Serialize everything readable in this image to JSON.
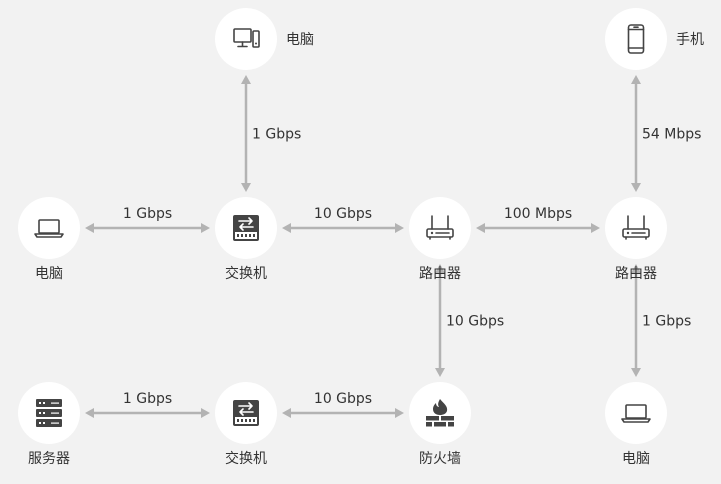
{
  "nodes": [
    {
      "id": "pc_top",
      "label": "电脑",
      "icon": "desktop-icon"
    },
    {
      "id": "phone",
      "label": "手机",
      "icon": "phone-icon"
    },
    {
      "id": "laptop_left",
      "label": "电脑",
      "icon": "laptop-icon"
    },
    {
      "id": "switch_mid",
      "label": "交换机",
      "icon": "switch-icon"
    },
    {
      "id": "router_mid",
      "label": "路由器",
      "icon": "router-icon"
    },
    {
      "id": "router_right",
      "label": "路由器",
      "icon": "router-icon"
    },
    {
      "id": "server",
      "label": "服务器",
      "icon": "server-icon"
    },
    {
      "id": "switch_bottom",
      "label": "交换机",
      "icon": "switch-icon"
    },
    {
      "id": "firewall",
      "label": "防火墙",
      "icon": "firewall-icon"
    },
    {
      "id": "laptop_right",
      "label": "电脑",
      "icon": "laptop-icon"
    }
  ],
  "links": [
    {
      "from": "pc_top",
      "to": "switch_mid",
      "label": "1 Gbps"
    },
    {
      "from": "phone",
      "to": "router_right",
      "label": "54 Mbps"
    },
    {
      "from": "laptop_left",
      "to": "switch_mid",
      "label": "1 Gbps"
    },
    {
      "from": "switch_mid",
      "to": "router_mid",
      "label": "10 Gbps"
    },
    {
      "from": "router_mid",
      "to": "router_right",
      "label": "100 Mbps"
    },
    {
      "from": "router_mid",
      "to": "firewall",
      "label": "10 Gbps"
    },
    {
      "from": "router_right",
      "to": "laptop_right",
      "label": "1 Gbps"
    },
    {
      "from": "server",
      "to": "switch_bottom",
      "label": "1 Gbps"
    },
    {
      "from": "switch_bottom",
      "to": "firewall",
      "label": "10 Gbps"
    }
  ],
  "colors": {
    "background": "#f2f2f2",
    "node_fill": "#ffffff",
    "link": "#b3b3b3",
    "icon": "#444444",
    "text": "#333333"
  }
}
